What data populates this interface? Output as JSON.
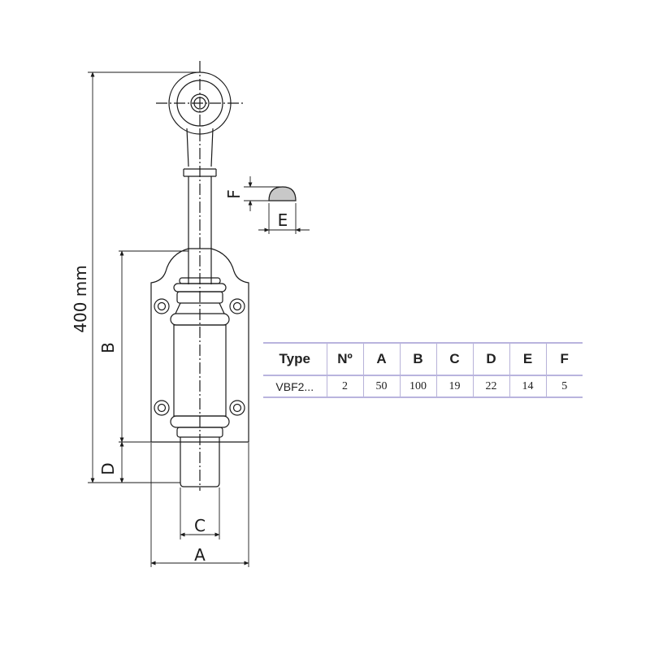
{
  "drawing": {
    "overall_length_label": "400 mm",
    "dim_a": "A",
    "dim_b": "B",
    "dim_c": "C",
    "dim_d": "D",
    "dim_e": "E",
    "dim_f": "F",
    "line_color": "#1a1a1a",
    "fill_gray": "#c8c8c8"
  },
  "table": {
    "headers": [
      "Type",
      "Nº",
      "A",
      "B",
      "C",
      "D",
      "E",
      "F"
    ],
    "rows": [
      [
        "VBF2...",
        "2",
        "50",
        "100",
        "19",
        "22",
        "14",
        "5"
      ]
    ],
    "border_color": "#b9b4de"
  }
}
